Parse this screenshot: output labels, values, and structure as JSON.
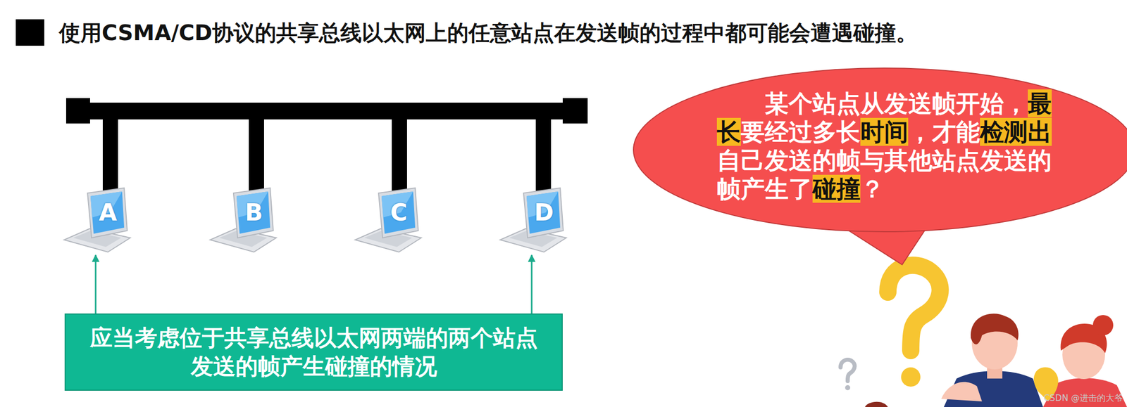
{
  "diagram": {
    "title": "使用CSMA/CD协议的共享总线以太网上的任意站点在发送帧的过程中都可能会遭遇碰撞。",
    "nodes": [
      {
        "text": [
          "A"
        ]
      },
      {
        "text": [
          "B"
        ]
      },
      {
        "text": [
          "C"
        ]
      },
      {
        "text": [
          "D"
        ]
      },
      {
        "text": [
          "某个站点从发送帧开始，",
          "最长",
          "要经过多长",
          "时间",
          "，才能",
          "检测出",
          "自己发送的帧与其他站点发送的帧产生了",
          "碰撞",
          "？"
        ]
      },
      {
        "text": [
          "应当考虑位于共享总线以太网两端的两个站点 发送的帧产生碰撞的情况"
        ]
      }
    ],
    "edges": [
      {
        "from": 5,
        "to": 0,
        "arrow": "to"
      },
      {
        "from": 5,
        "to": 3,
        "arrow": "to"
      }
    ],
    "labels": [
      "CSDN @进击的大爷"
    ]
  }
}
